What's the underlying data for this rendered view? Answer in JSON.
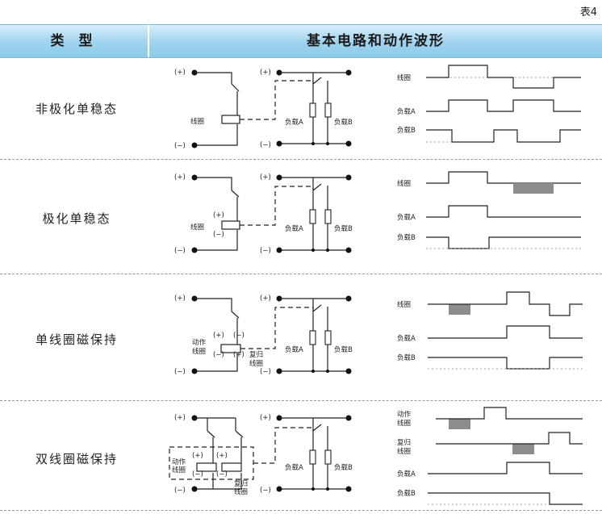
{
  "table_number": "表4",
  "header": {
    "type_label": "类 型",
    "circuit_label": "基本电路和动作波形"
  },
  "rows": [
    {
      "type": "非极化单稳态",
      "terminals": [
        "(+)",
        "(−)",
        "(+)",
        "(−)"
      ],
      "coil_label": "线圈",
      "loads": [
        "负载A",
        "负载B"
      ],
      "waveform_labels": [
        "线圈",
        "负载A",
        "负载B"
      ]
    },
    {
      "type": "极化单稳态",
      "terminals": [
        "(+)",
        "(−)",
        "(+)",
        "(−)"
      ],
      "coil_label": "线圈",
      "coil_polarity": [
        "(+)",
        "(−)"
      ],
      "loads": [
        "负载A",
        "负载B"
      ],
      "waveform_labels": [
        "线圈",
        "负载A",
        "负载B"
      ]
    },
    {
      "type": "单线圈磁保持",
      "terminals": [
        "(+)",
        "(−)",
        "(+)",
        "(−)"
      ],
      "coil_label_left": [
        "动作",
        "线圈"
      ],
      "coil_label_right": [
        "复归",
        "线圈"
      ],
      "coil_polarity": [
        "(+)",
        "(−)",
        "(−)",
        "(+)"
      ],
      "loads": [
        "负载A",
        "负载B"
      ],
      "waveform_labels": [
        "线圈",
        "负载A",
        "负载B"
      ]
    },
    {
      "type": "双线圈磁保持",
      "terminals": [
        "(+)",
        "(−)",
        "(+)",
        "(−)"
      ],
      "coil_label_left": [
        "动作",
        "线圈"
      ],
      "coil_label_right": [
        "复归",
        "线圈"
      ],
      "coil_polarity": [
        "(+)",
        "(−)",
        "(+)",
        "(−)"
      ],
      "loads": [
        "负载A",
        "负载B"
      ],
      "waveform_labels": [
        [
          "动作",
          "线圈"
        ],
        [
          "复归",
          "线圈"
        ],
        "负载A",
        "负载B"
      ]
    }
  ],
  "colors": {
    "header_gradient_top": "#d8eef9",
    "header_gradient_bottom": "#8ccbe9",
    "shaded_pulse": "#8c8c8c",
    "line": "#222222"
  }
}
